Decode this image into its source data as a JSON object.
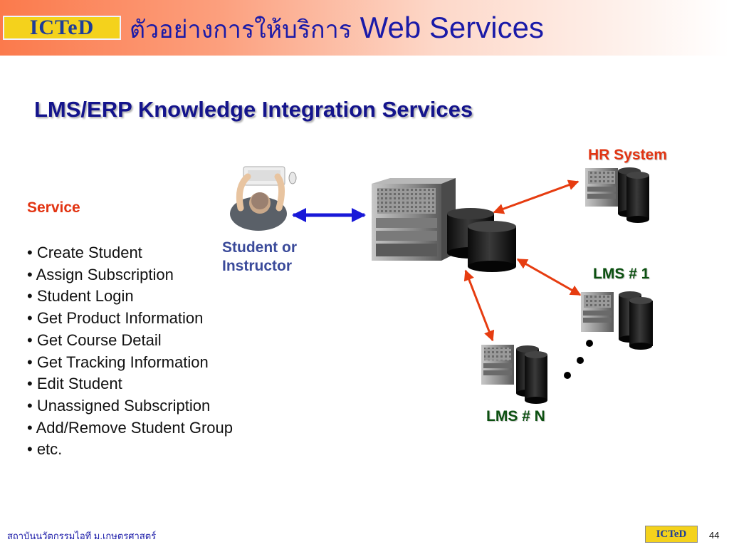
{
  "header": {
    "logo_text": "ICTeD",
    "title_thai": "ตัวอย่างการให้บริการ",
    "title_en": "Web Services"
  },
  "slide": {
    "subtitle": "LMS/ERP  Knowledge Integration Services",
    "service_title": "Service",
    "services": [
      "• Create Student",
      "• Assign Subscription",
      "• Student Login",
      "• Get Product Information",
      "• Get Course Detail",
      "• Get Tracking Information",
      "• Edit Student",
      "• Unassigned Subscription",
      "• Add/Remove Student Group",
      "• etc."
    ]
  },
  "diagram": {
    "student_label_1": "Student or",
    "student_label_2": "Instructor",
    "hr_label": "HR System",
    "lms1_label": "LMS # 1",
    "lmsn_label": "LMS # N",
    "colors": {
      "red_arrow": "#e63c10",
      "blue_arrow": "#1818d8"
    }
  },
  "footer": {
    "institute": "สถาบันนวัตกรรมไอที ม.เกษตรศาสตร์",
    "logo_text": "ICTeD",
    "page_number": "44"
  }
}
